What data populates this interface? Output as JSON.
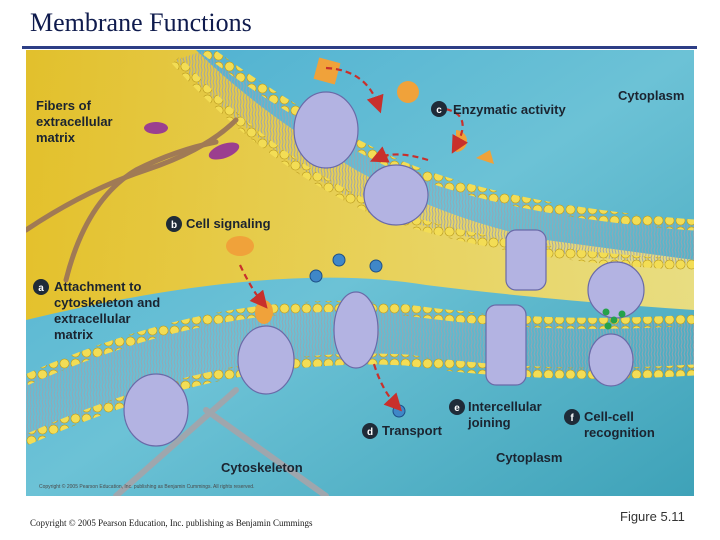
{
  "slide": {
    "title": "Membrane Functions"
  },
  "figure": {
    "labels": {
      "fibers": [
        "Fibers of",
        "extracellular",
        "matrix"
      ],
      "cytoplasm_top": "Cytoplasm",
      "cytoplasm_bottom": "Cytoplasm",
      "cytoskeleton": "Cytoskeleton",
      "attachment": [
        "Attachment to",
        "cytoskeleton and",
        "extracellular",
        "matrix"
      ],
      "cell_signaling": "Cell signaling",
      "enzymatic": "Enzymatic activity",
      "transport": "Transport",
      "intercellular": [
        "Intercellular",
        "joining"
      ],
      "cell_cell": [
        "Cell-cell",
        "recognition"
      ],
      "credit": "Copyright © 2005 Pearson Education, Inc. publishing as Benjamin Cummings. All rights reserved."
    },
    "badges": {
      "a": "a",
      "b": "b",
      "c": "c",
      "d": "d",
      "e": "e",
      "f": "f"
    }
  },
  "footer": {
    "copyright": "Copyright © 2005 Pearson Education, Inc. publishing as Benjamin Cummings",
    "figure_number": "Figure 5.11"
  }
}
